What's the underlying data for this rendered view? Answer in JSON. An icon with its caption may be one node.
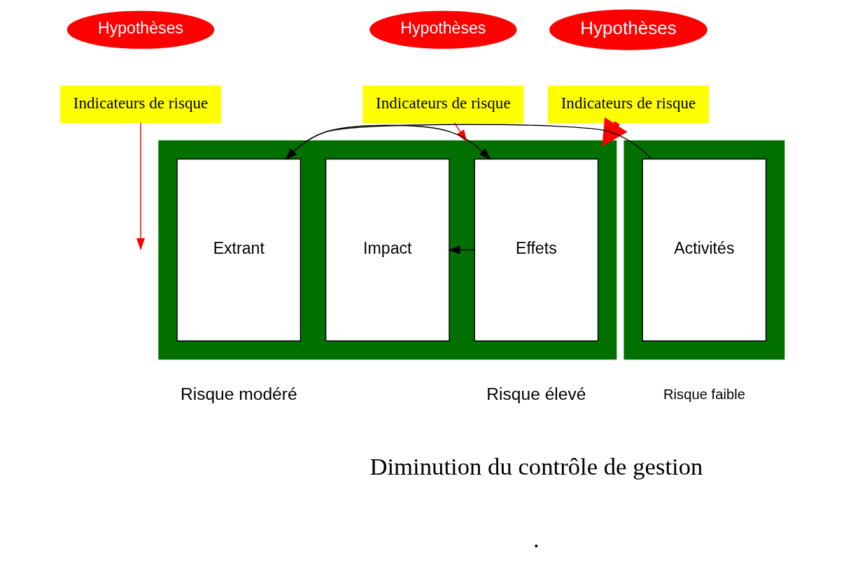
{
  "diagram": {
    "nodes": [
      {
        "text": [
          "Hypothèses"
        ]
      },
      {
        "text": [
          "Indicateurs de risque"
        ]
      },
      {
        "text": [
          "Hypothèses"
        ]
      },
      {
        "text": [
          "Indicateurs de risque"
        ]
      },
      {
        "text": [
          "Hypothèses"
        ]
      },
      {
        "text": [
          "Indicateurs de risque"
        ]
      },
      {
        "text": [],
        "shape": "box"
      },
      {
        "text": [
          "Activités"
        ],
        "in": 6
      },
      {
        "text": [],
        "shape": "box"
      },
      {
        "text": [
          "Extrant"
        ],
        "in": 8
      },
      {
        "text": [
          "Effets"
        ],
        "in": 8
      },
      {
        "text": [
          "Impact"
        ],
        "in": 8
      }
    ],
    "edges": [
      {
        "from": 7,
        "to": 9,
        "arrow": "to"
      },
      {
        "from": 9,
        "to": 10,
        "arrow": "to"
      },
      {
        "from": 10,
        "to": 11,
        "arrow": "to"
      },
      {
        "from": 1,
        "to": null,
        "arrow": "to",
        "color": "#ff0000"
      },
      {
        "from": 3,
        "to": 8,
        "arrow": "to",
        "color": "#ff0000"
      },
      {
        "from": 5,
        "to": 8,
        "arrow": "to",
        "style": "thick",
        "color": "#ff0000"
      }
    ],
    "labels": [
      "Risque faible",
      "Risque modéré",
      "Risque élevé",
      "Diminution du contrôle de gestion",
      "."
    ]
  }
}
